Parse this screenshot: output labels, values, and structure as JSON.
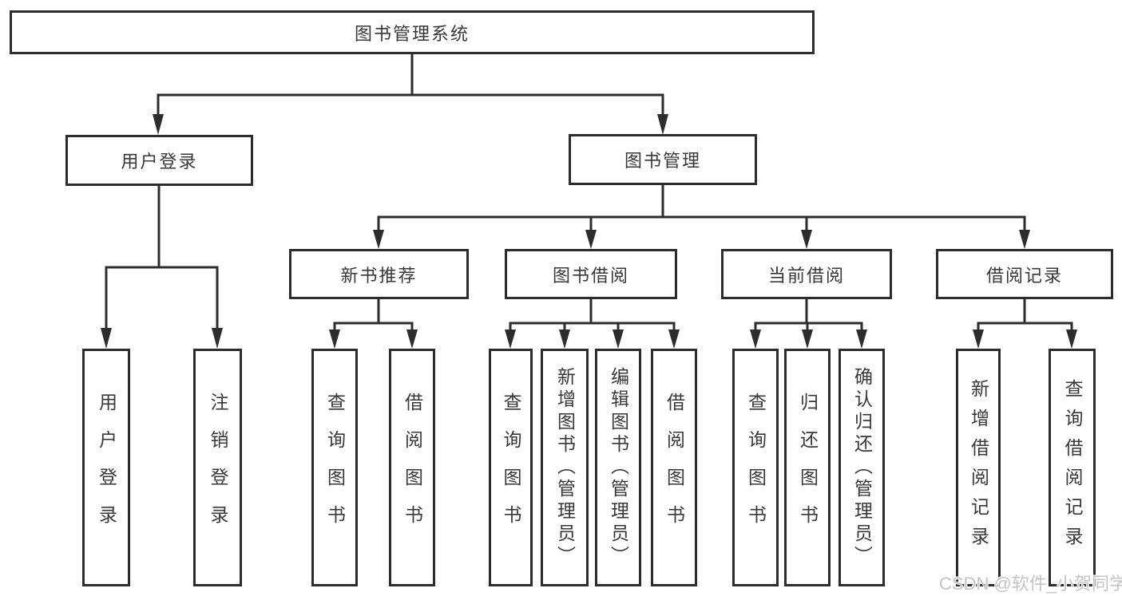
{
  "diagram": {
    "title": "图书管理系统",
    "watermark": "CSDN @软件_小贺同学",
    "colors": {
      "background": "#ffffff",
      "line": "#2d2d2d",
      "box_border": "#2d2d2d",
      "box_background": "#ffffff",
      "text": "#383838",
      "watermark_text": "#c4c4c4"
    },
    "tree": {
      "root": {
        "label": "图书管理系统",
        "children": [
          {
            "label": "用户登录",
            "children": [
              {
                "label": "用户登录"
              },
              {
                "label": "注销登录"
              }
            ]
          },
          {
            "label": "图书管理",
            "children": [
              {
                "label": "新书推荐",
                "children": [
                  {
                    "label": "查询图书"
                  },
                  {
                    "label": "借阅图书"
                  }
                ]
              },
              {
                "label": "图书借阅",
                "children": [
                  {
                    "label": "查询图书"
                  },
                  {
                    "label": "新增图书（管理员）"
                  },
                  {
                    "label": "编辑图书（管理员）"
                  },
                  {
                    "label": "借阅图书"
                  }
                ]
              },
              {
                "label": "当前借阅",
                "children": [
                  {
                    "label": "查询图书"
                  },
                  {
                    "label": "归还图书"
                  },
                  {
                    "label": "确认归还（管理员）"
                  }
                ]
              },
              {
                "label": "借阅记录",
                "children": [
                  {
                    "label": "新增借阅记录"
                  },
                  {
                    "label": "查询借阅记录"
                  }
                ]
              }
            ]
          }
        ]
      }
    }
  }
}
